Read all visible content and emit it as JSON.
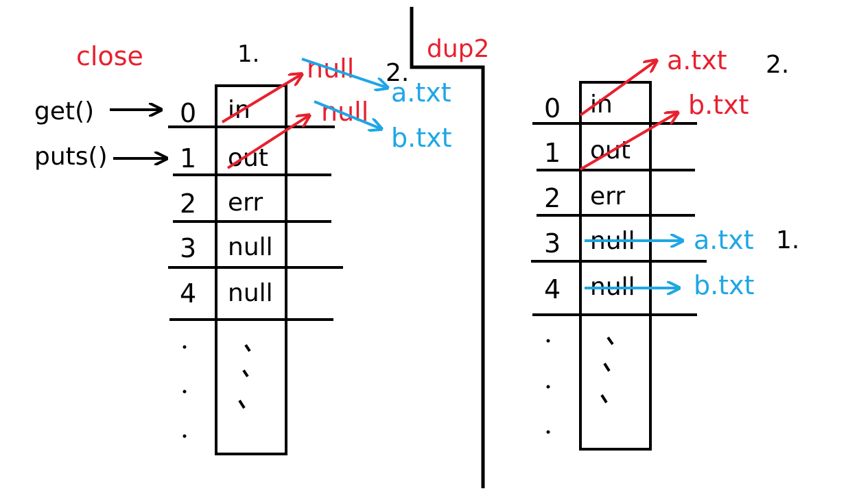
{
  "colors": {
    "ink": "#000000",
    "red": "#e8202e",
    "blue": "#1ea6e6"
  },
  "left": {
    "title": "close",
    "step1": "1.",
    "step2": "2.",
    "callers": [
      "get()",
      "puts()"
    ],
    "rows": [
      {
        "index": "0",
        "label": "in"
      },
      {
        "index": "1",
        "label": "out"
      },
      {
        "index": "2",
        "label": "err"
      },
      {
        "index": "3",
        "label": "null"
      },
      {
        "index": "4",
        "label": "null"
      }
    ],
    "red_targets": [
      "null",
      "null"
    ],
    "blue_targets": [
      "a.txt",
      "b.txt"
    ]
  },
  "right": {
    "title": "dup2",
    "step1": "1.",
    "step2": "2.",
    "rows": [
      {
        "index": "0",
        "label": "in"
      },
      {
        "index": "1",
        "label": "out"
      },
      {
        "index": "2",
        "label": "err"
      },
      {
        "index": "3",
        "label": "null"
      },
      {
        "index": "4",
        "label": "null"
      }
    ],
    "red_targets": [
      "a.txt",
      "b.txt"
    ],
    "blue_targets": [
      "a.txt",
      "b.txt"
    ]
  }
}
